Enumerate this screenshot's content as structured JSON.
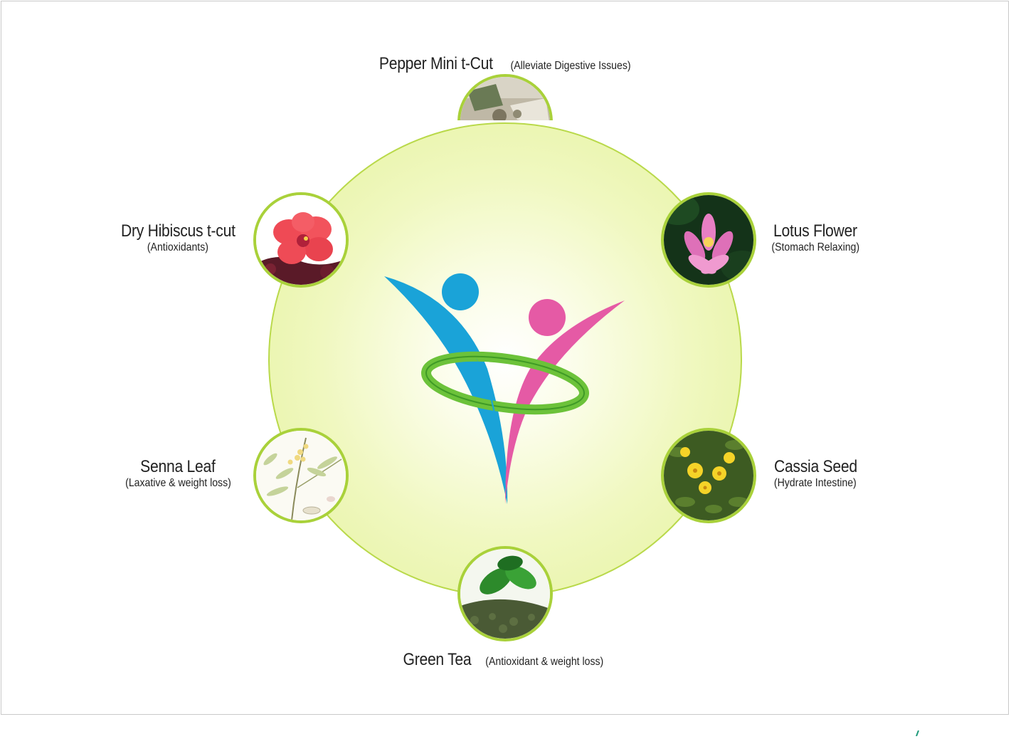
{
  "ingredients": {
    "top": {
      "name": "Pepper Mini t-Cut",
      "desc": "(Alleviate Digestive Issues)"
    },
    "upper_left": {
      "name": "Dry Hibiscus t-cut",
      "desc": "(Antioxidants)"
    },
    "upper_right": {
      "name": "Lotus Flower",
      "desc": "(Stomach Relaxing)"
    },
    "lower_left": {
      "name": "Senna Leaf",
      "desc": "(Laxative & weight loss)"
    },
    "lower_right": {
      "name": "Cassia Seed",
      "desc": "(Hydrate Intestine)"
    },
    "bottom": {
      "name": "Green Tea",
      "desc": "(Antioxidant & weight loss)"
    }
  },
  "colors": {
    "ring": "#a9d13a",
    "logo_blue": "#1aa3d8",
    "logo_pink": "#e55aa5",
    "logo_green": "#6cc23a"
  },
  "icons": {
    "top": "peppermint-image",
    "upper_left": "hibiscus-image",
    "upper_right": "lotus-image",
    "lower_left": "senna-leaf-image",
    "lower_right": "cassia-image",
    "bottom": "green-tea-image",
    "center": "people-logo"
  }
}
